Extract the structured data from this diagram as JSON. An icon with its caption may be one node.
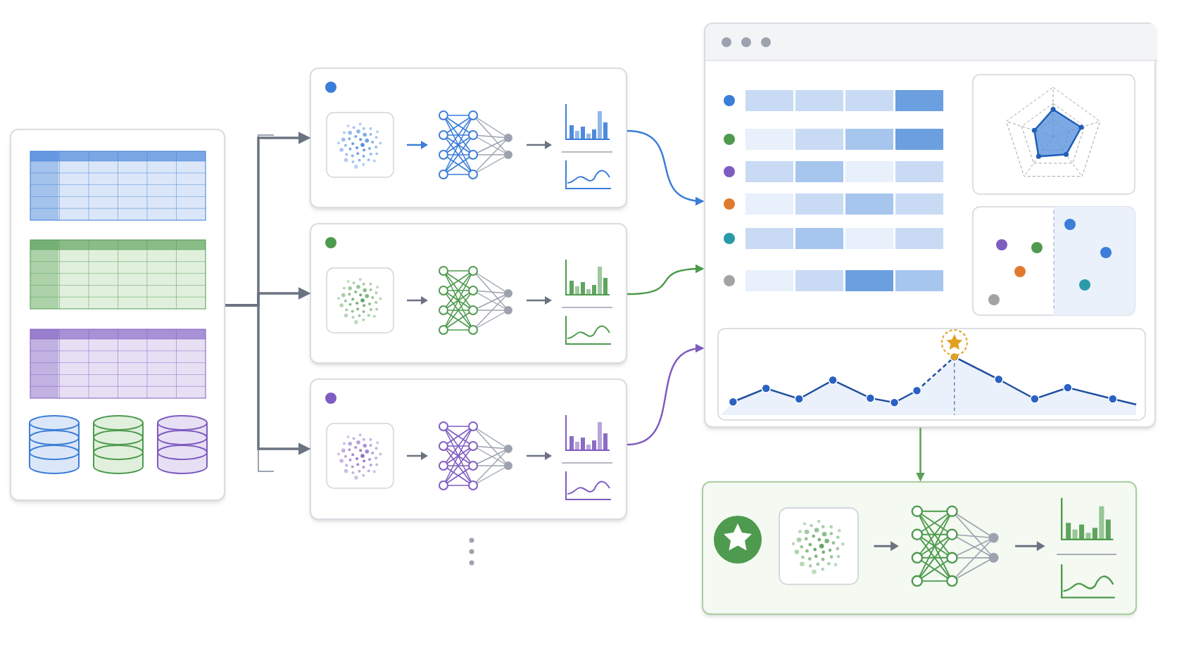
{
  "diagram": {
    "nodes": [
      {
        "text": [],
        "shape": "box"
      },
      {
        "text": [],
        "shape": "box"
      },
      {
        "text": [],
        "shape": "box"
      },
      {
        "text": [],
        "shape": "box"
      },
      {
        "text": [],
        "shape": "box"
      },
      {
        "text": [],
        "shape": "box"
      }
    ],
    "edges": [
      {
        "from": 0,
        "to": 1,
        "arrow": "to"
      },
      {
        "from": 0,
        "to": 2,
        "arrow": "to"
      },
      {
        "from": 0,
        "to": 3,
        "arrow": "to"
      },
      {
        "from": 1,
        "to": 4,
        "arrow": "to",
        "color": "#3b7dd8"
      },
      {
        "from": 2,
        "to": 4,
        "arrow": "to",
        "color": "#4e9a4e"
      },
      {
        "from": 3,
        "to": 4,
        "arrow": "to",
        "color": "#7e5cc0"
      },
      {
        "from": 4,
        "to": 5,
        "arrow": "to",
        "color": "#5aa05a"
      }
    ]
  }
}
